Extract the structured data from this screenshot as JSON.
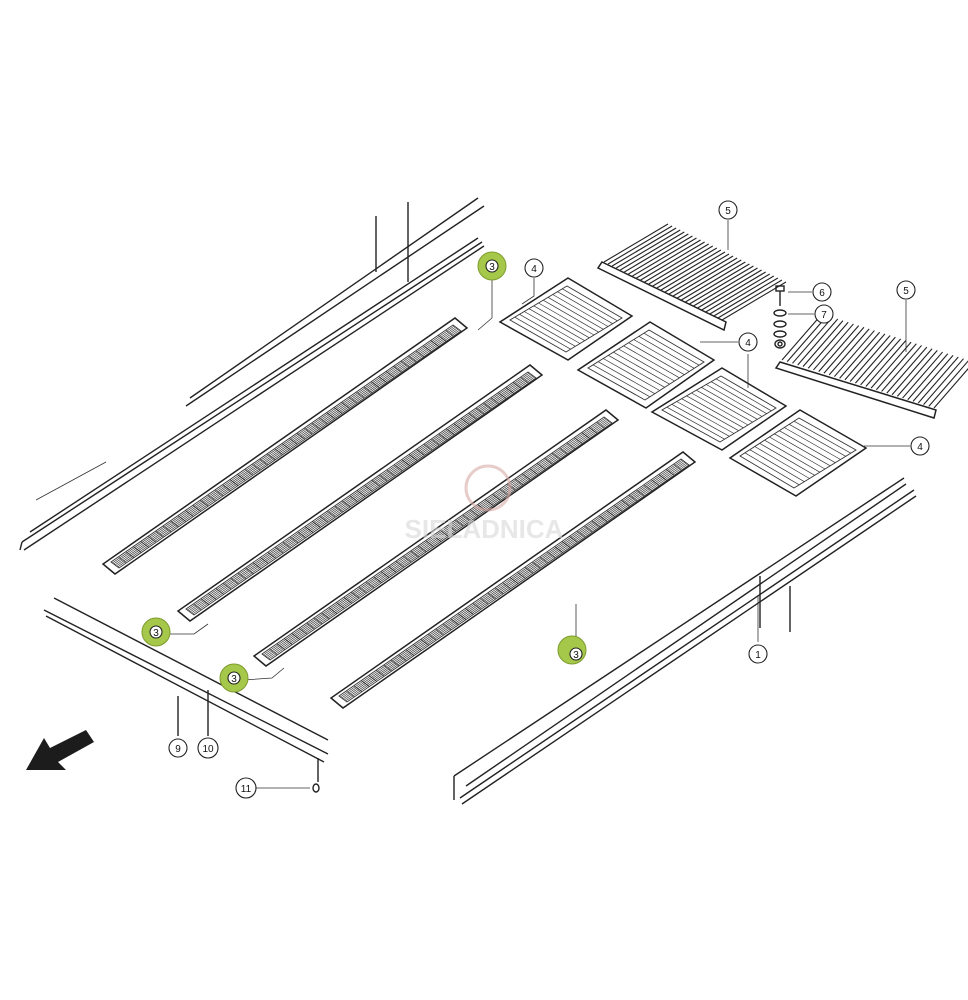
{
  "watermark": {
    "brand": "SIELADNICA",
    "color": "#d9a8a8"
  },
  "colors": {
    "highlight": "#a5c84a",
    "line": "#222222"
  },
  "callouts": [
    {
      "id": "c3a",
      "label": "3",
      "highlight": true
    },
    {
      "id": "c3b",
      "label": "3",
      "highlight": true
    },
    {
      "id": "c3c",
      "label": "3",
      "highlight": true
    },
    {
      "id": "c3d",
      "label": "3",
      "highlight": true
    },
    {
      "id": "c4a",
      "label": "4",
      "highlight": false
    },
    {
      "id": "c4b",
      "label": "4",
      "highlight": false
    },
    {
      "id": "c4c",
      "label": "4",
      "highlight": false
    },
    {
      "id": "c5a",
      "label": "5",
      "highlight": false
    },
    {
      "id": "c5b",
      "label": "5",
      "highlight": false
    },
    {
      "id": "c6",
      "label": "6",
      "highlight": false
    },
    {
      "id": "c7",
      "label": "7",
      "highlight": false
    },
    {
      "id": "c1",
      "label": "1",
      "highlight": false
    },
    {
      "id": "c9",
      "label": "9",
      "highlight": false
    },
    {
      "id": "c10",
      "label": "10",
      "highlight": false
    },
    {
      "id": "c11",
      "label": "11",
      "highlight": false
    }
  ]
}
